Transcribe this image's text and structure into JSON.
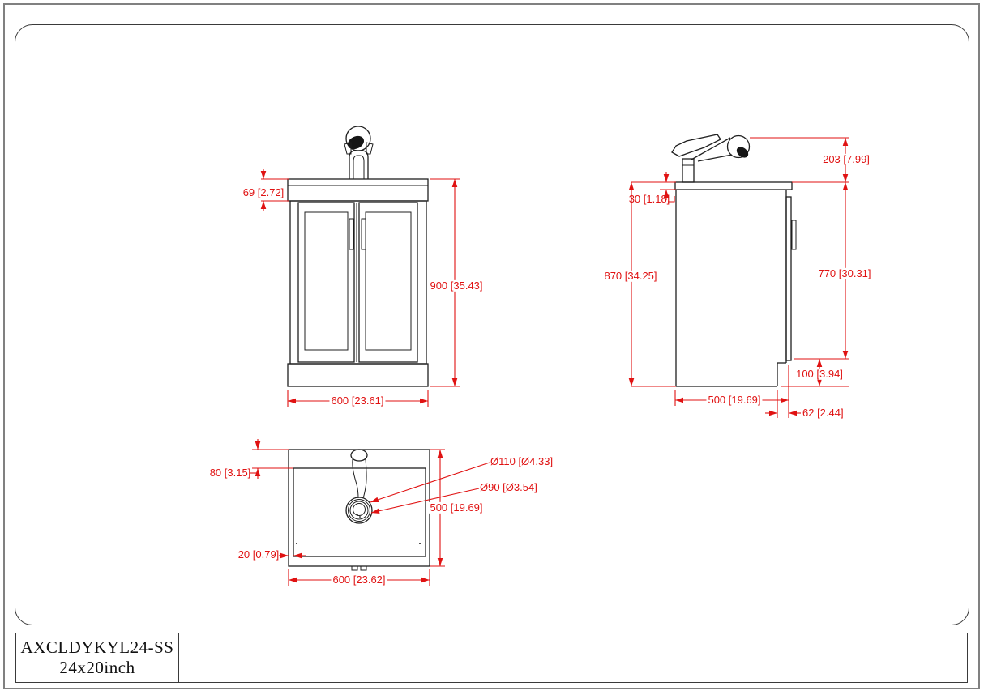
{
  "title_block": {
    "model": "AXCLDYKYL24-SS",
    "size": "24x20inch"
  },
  "views": {
    "front": {
      "counter_height": "69 [2.72]",
      "total_height": "900 [35.43]",
      "width": "600 [23.61]"
    },
    "side": {
      "faucet_height": "203 [7.99]",
      "counter_thickness": "30 [1.18]",
      "overall_height": "870 [34.25]",
      "door_height": "770 [30.31]",
      "toe_kick_height": "100 [3.94]",
      "depth": "500 [19.69]",
      "door_offset": "62 [2.44]"
    },
    "top": {
      "back_rim_offset": "80 [3.15]",
      "hole_outer_diameter": "Ø110 [Ø4.33]",
      "hole_inner_diameter": "Ø90 [Ø3.54]",
      "depth": "500 [19.69]",
      "rim_width": "20 [0.79]",
      "width": "600 [23.62]"
    }
  },
  "colors": {
    "dimension": "#e01212",
    "line": "#1f1f1f",
    "frame": "#3a3a3a"
  }
}
